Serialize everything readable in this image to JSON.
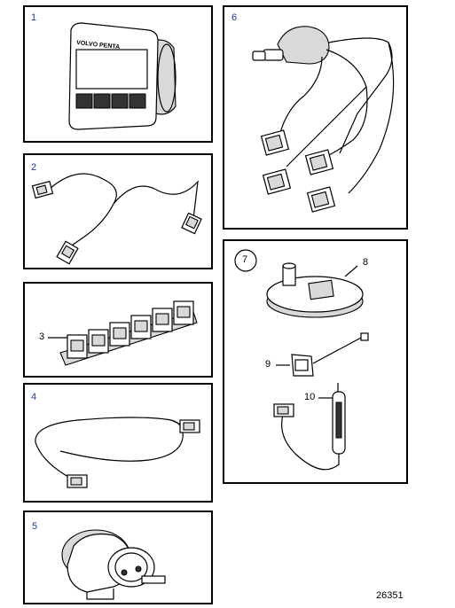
{
  "panels": [
    {
      "id": "1",
      "label": "1"
    },
    {
      "id": "2",
      "label": "2"
    },
    {
      "id": "3",
      "label": "3"
    },
    {
      "id": "4",
      "label": "4"
    },
    {
      "id": "5",
      "label": "5"
    },
    {
      "id": "6",
      "label": "6"
    },
    {
      "id": "7",
      "label": "7"
    }
  ],
  "callouts": {
    "c8": "8",
    "c9": "9",
    "c10": "10"
  },
  "display_brand": "VOLVO PENTA",
  "figure_number": "26351"
}
